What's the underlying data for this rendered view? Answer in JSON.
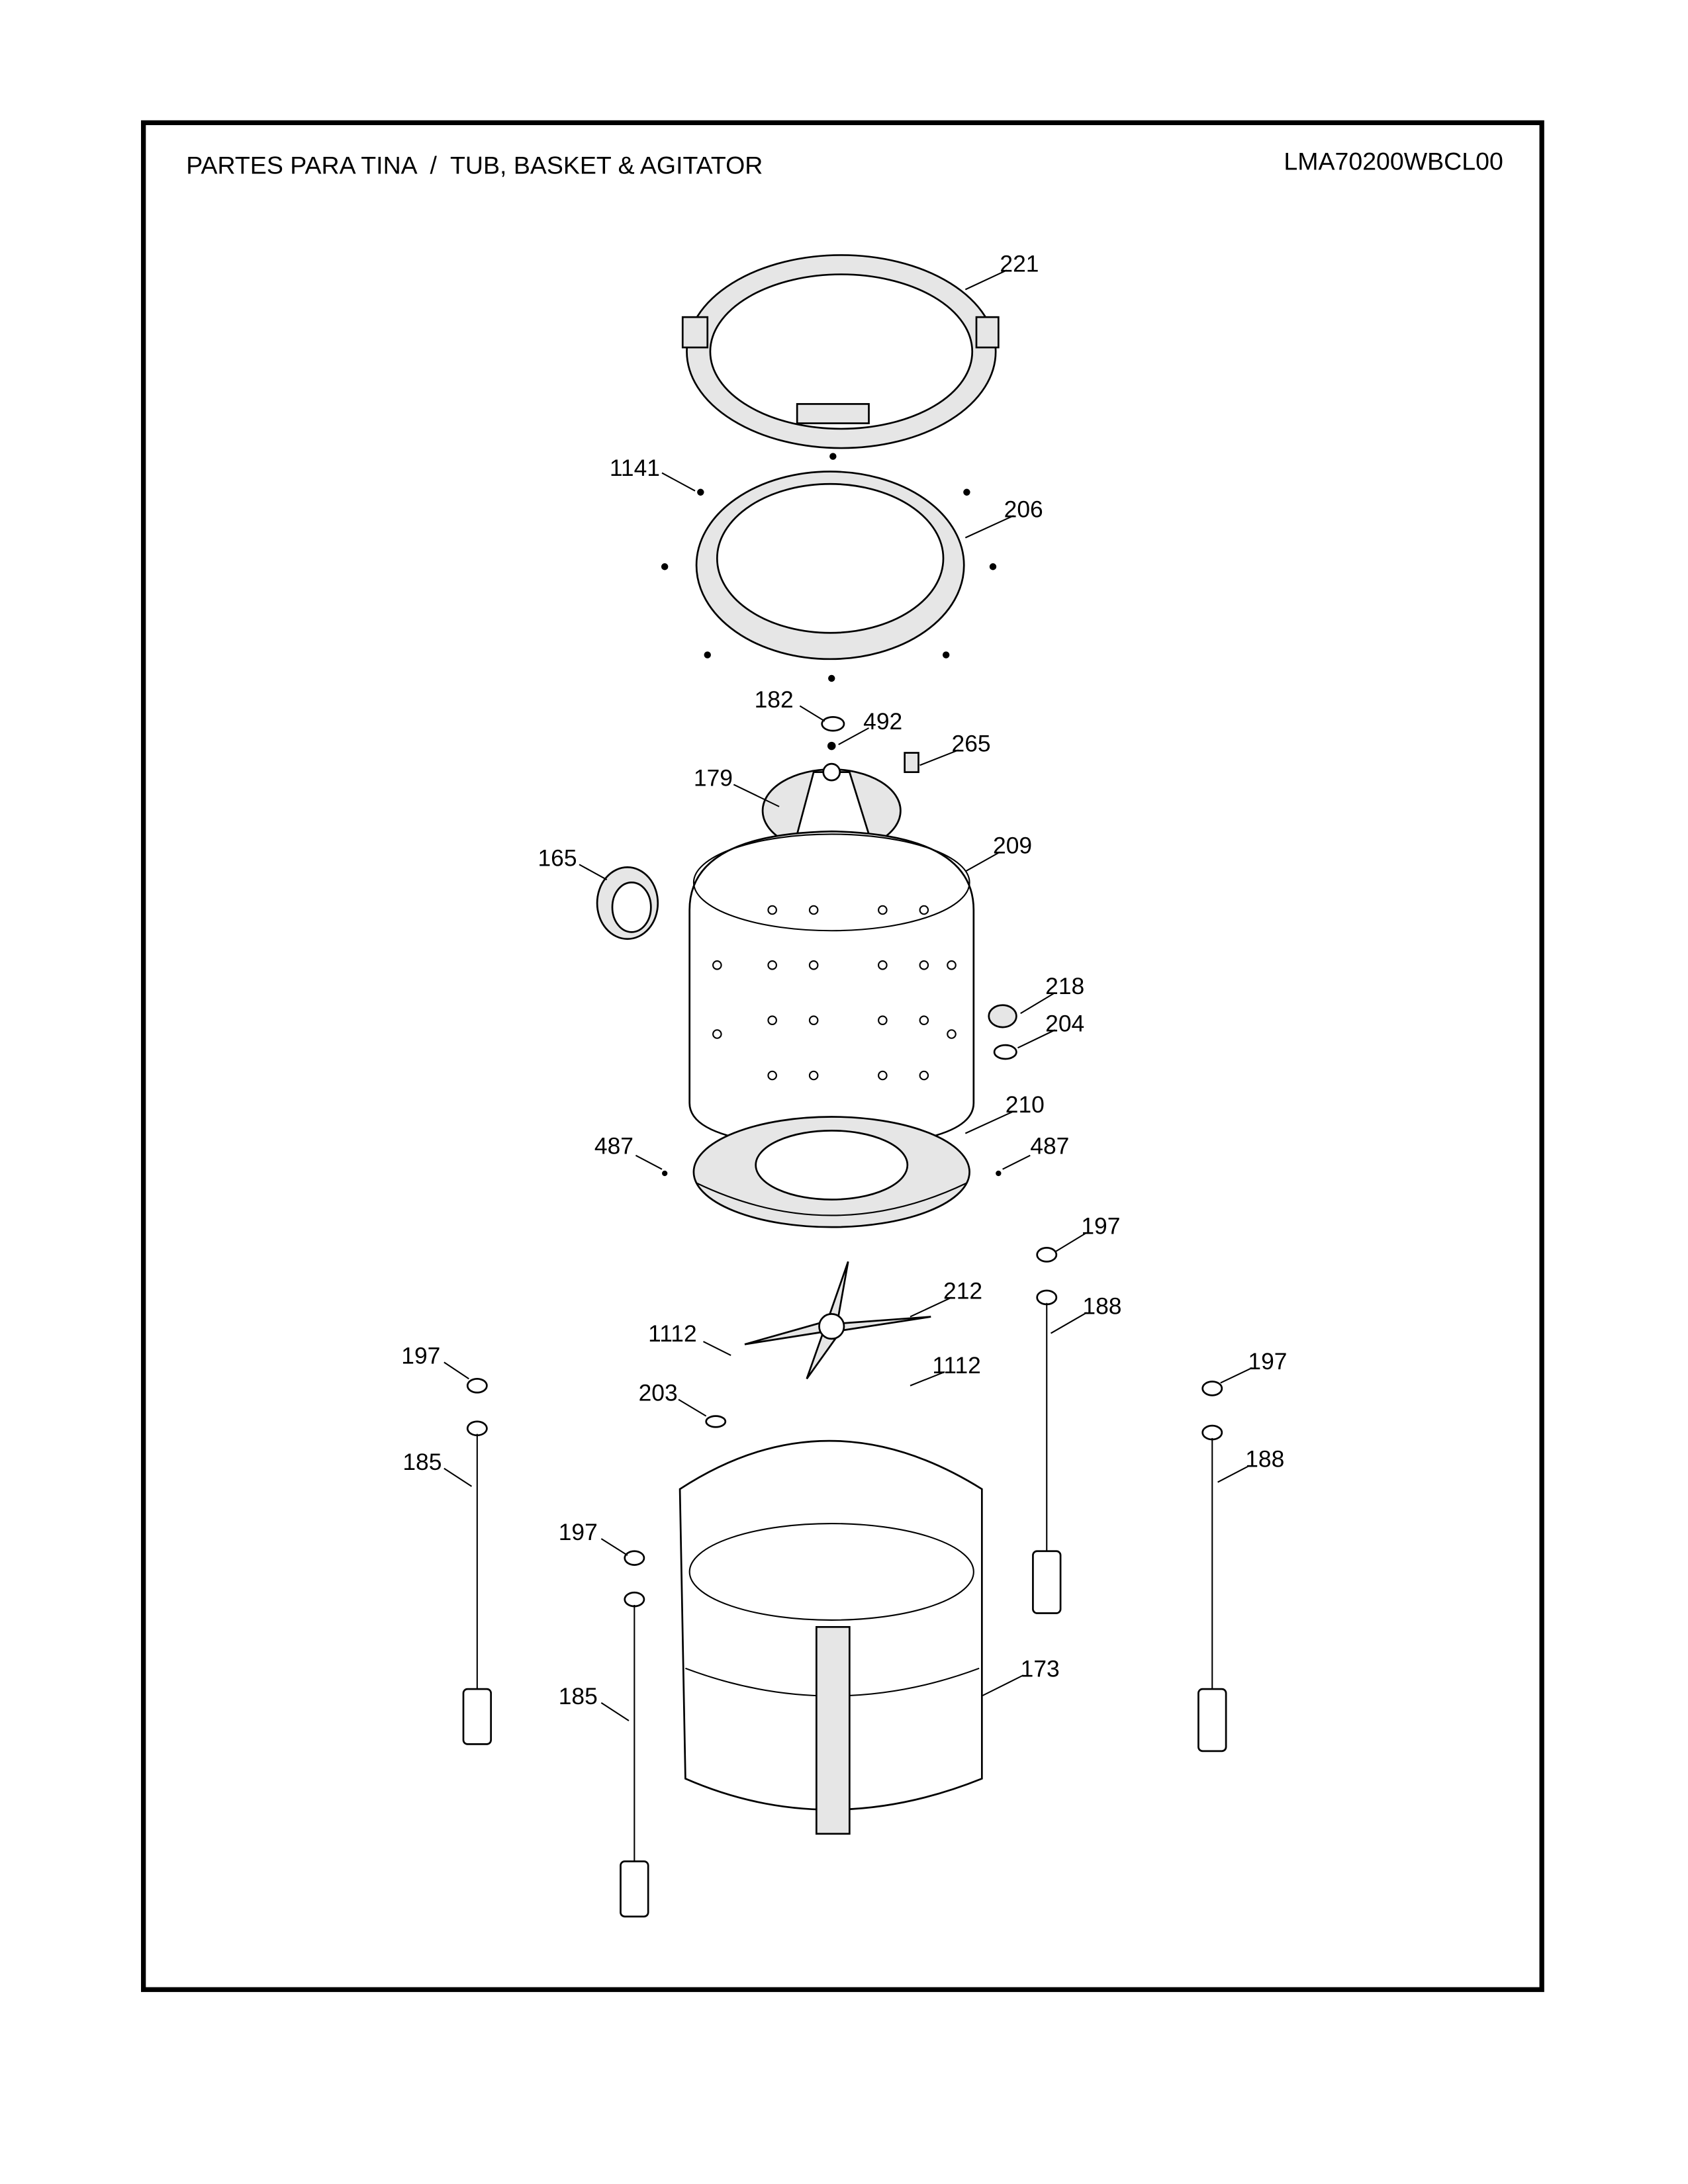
{
  "header": {
    "title": "PARTES PARA TINA  /  TUB, BASKET & AGITATOR",
    "model": "LMA70200WBCL00"
  },
  "callouts": [
    {
      "id": "221",
      "part": "tub-cover"
    },
    {
      "id": "1141",
      "part": "screw"
    },
    {
      "id": "206",
      "part": "balance-ring"
    },
    {
      "id": "182",
      "part": "cap"
    },
    {
      "id": "492",
      "part": "bolt"
    },
    {
      "id": "265",
      "part": "clip"
    },
    {
      "id": "179",
      "part": "pulsator"
    },
    {
      "id": "209",
      "part": "basket"
    },
    {
      "id": "165",
      "part": "filter"
    },
    {
      "id": "218",
      "part": "nut"
    },
    {
      "id": "204",
      "part": "washer"
    },
    {
      "id": "210",
      "part": "basket-base"
    },
    {
      "id": "487",
      "part": "screw-left"
    },
    {
      "id": "487",
      "part": "screw-right"
    },
    {
      "id": "197",
      "part": "suspension-cap-front-right"
    },
    {
      "id": "188",
      "part": "suspension-rod-front-right"
    },
    {
      "id": "212",
      "part": "flange"
    },
    {
      "id": "1112",
      "part": "screw-left"
    },
    {
      "id": "1112",
      "part": "screw-right"
    },
    {
      "id": "197",
      "part": "suspension-cap-left"
    },
    {
      "id": "197",
      "part": "suspension-cap-right"
    },
    {
      "id": "203",
      "part": "seal"
    },
    {
      "id": "185",
      "part": "suspension-rod-left"
    },
    {
      "id": "188",
      "part": "suspension-rod-right"
    },
    {
      "id": "197",
      "part": "suspension-cap-front-left"
    },
    {
      "id": "173",
      "part": "outer-tub"
    },
    {
      "id": "185",
      "part": "suspension-rod-front-left"
    }
  ]
}
